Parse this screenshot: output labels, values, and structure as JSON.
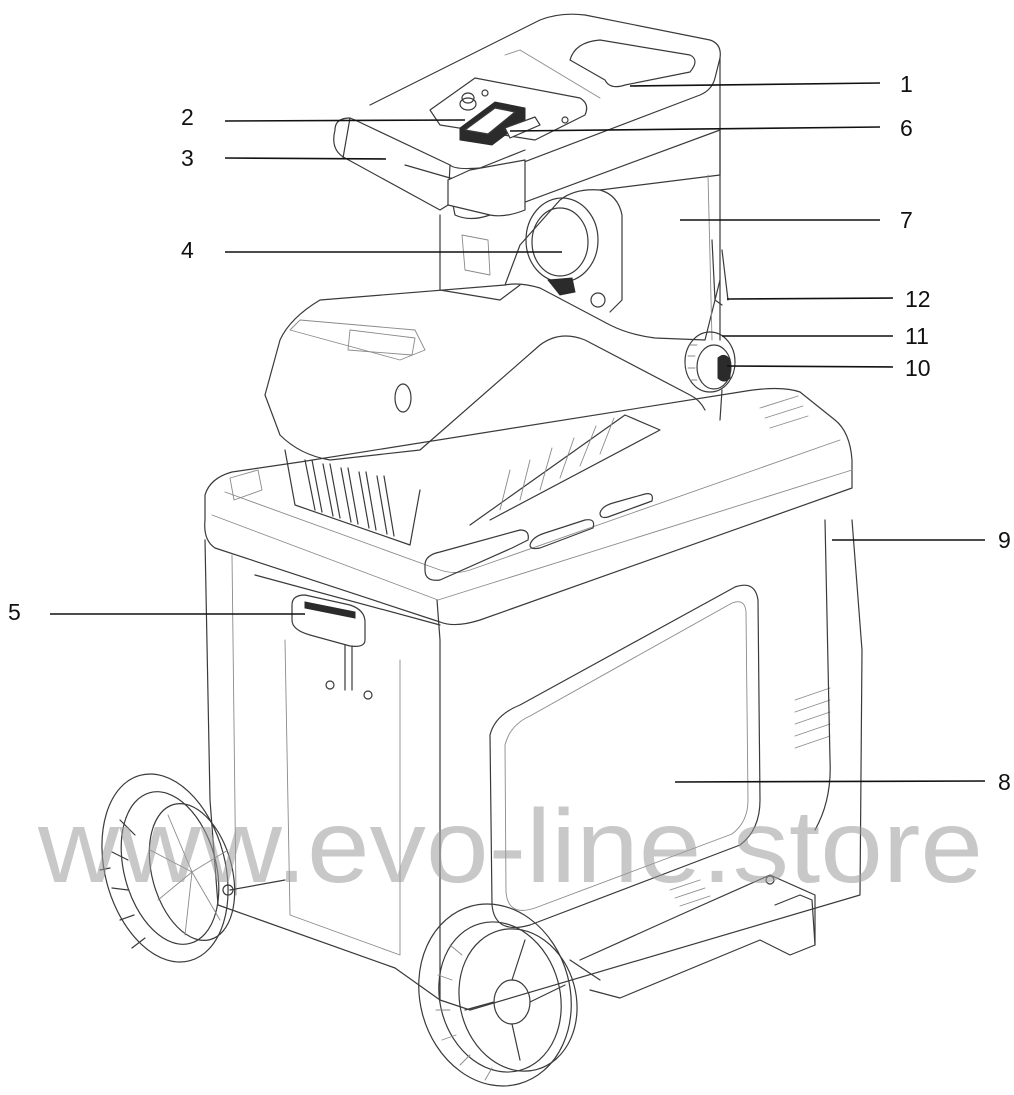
{
  "callouts": [
    {
      "number": "1"
    },
    {
      "number": "2"
    },
    {
      "number": "3"
    },
    {
      "number": "4"
    },
    {
      "number": "5"
    },
    {
      "number": "6"
    },
    {
      "number": "7"
    },
    {
      "number": "8"
    },
    {
      "number": "9"
    },
    {
      "number": "10"
    },
    {
      "number": "11"
    },
    {
      "number": "12"
    }
  ],
  "watermark": {
    "text": "www.evo-line.store"
  },
  "colors": {
    "line": "#3a3a3a",
    "label": "#111111",
    "watermark": "#9a9a9a",
    "background": "#ffffff"
  }
}
